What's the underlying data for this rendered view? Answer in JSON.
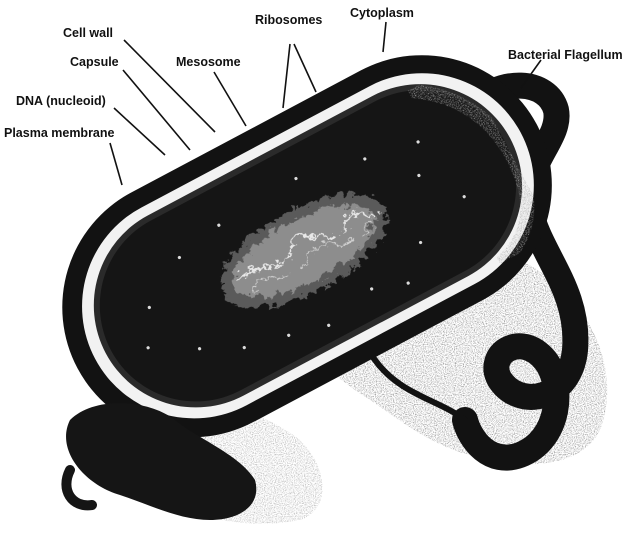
{
  "labels": {
    "cell_wall": "Cell wall",
    "capsule": "Capsule",
    "dna": "DNA (nucleoid)",
    "plasma_membrane": "Plasma membrane",
    "mesosome": "Mesosome",
    "ribosomes": "Ribosomes",
    "cytoplasm": "Cytoplasm",
    "flagellum": "Bacterial Flagellum"
  },
  "colors": {
    "ink": "#111111",
    "cell_body": "#151515",
    "membrane": "#f4f4f4",
    "stipple": "#9a9a9a",
    "background": "#ffffff"
  }
}
